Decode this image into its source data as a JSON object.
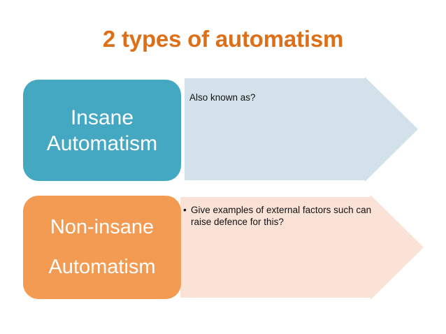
{
  "slide": {
    "title": "2 types of automatism",
    "background_color": "#FFFFFF",
    "title_color": "#DD6F18"
  },
  "rows": [
    {
      "id": "insane",
      "label_lines": [
        "Insane",
        "Automatism"
      ],
      "label_fill": "#45A8C3",
      "label_text_color": "#FFFFFF",
      "arrow_fill": "#D3E2EA",
      "arrow_text": "Also known as?",
      "arrow_text_color": "#111111",
      "bulleted": false
    },
    {
      "id": "non-insane",
      "label_lines": [
        "Non-insane",
        "Automatism"
      ],
      "label_fill": "#F49B53",
      "label_text_color": "#FFFFFF",
      "arrow_fill": "#FBE2D6",
      "arrow_text": "Give examples of external factors such can raise defence for this?",
      "arrow_text_color": "#111111",
      "bulleted": true,
      "bullet_glyph": "•"
    }
  ]
}
